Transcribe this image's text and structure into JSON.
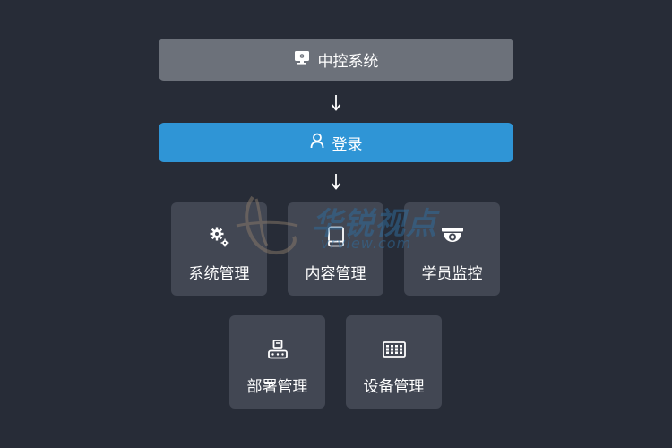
{
  "top_bar": {
    "label": "中控系统",
    "icon": "monitor-icon"
  },
  "login": {
    "label": "登录",
    "icon": "user-icon"
  },
  "modules": [
    {
      "label": "系统管理",
      "icon": "gears-icon"
    },
    {
      "label": "内容管理",
      "icon": "book-icon"
    },
    {
      "label": "学员监控",
      "icon": "camera-icon"
    },
    {
      "label": "部署管理",
      "icon": "conveyor-icon"
    },
    {
      "label": "设备管理",
      "icon": "server-rack-icon"
    }
  ],
  "watermark": {
    "text": "华锐视点",
    "sub": "vrview.com"
  },
  "colors": {
    "background": "#272c37",
    "top_bar": "#6c717a",
    "login": "#2f95d6",
    "card": "#424753"
  }
}
